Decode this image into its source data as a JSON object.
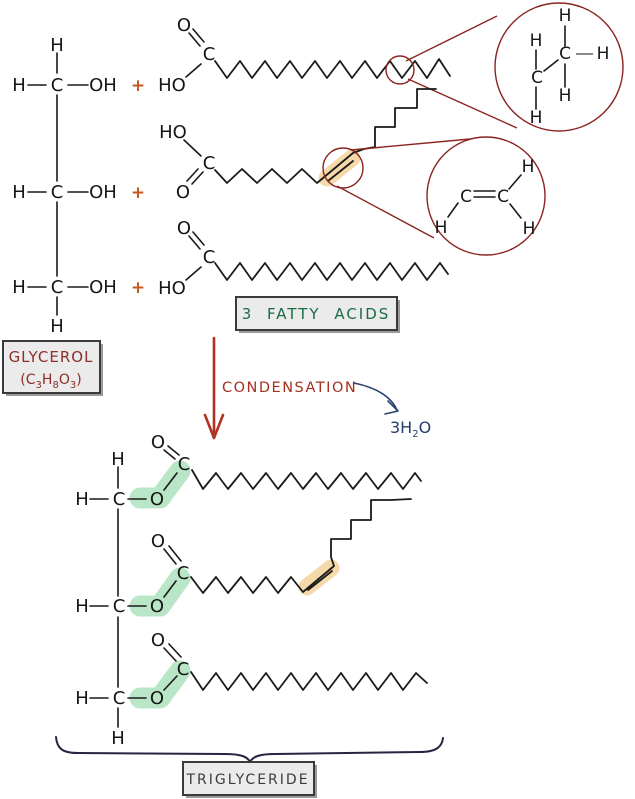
{
  "colors": {
    "structure": "#1a1a1a",
    "magnifier_red": "#8a2420",
    "highlight_green": "#b9e6c6",
    "highlight_orange": "#f6d9a9",
    "arrow_red": "#b13224",
    "condensation_text": "#a5301f",
    "water_blue": "#25406e",
    "fatty_acids_green": "#1a6b45",
    "glycerol_maroon": "#8b2f2b",
    "plus_orange": "#c65a1f",
    "box_fill": "#ebebeb",
    "brace_purple": "#2c2140",
    "triglyceride_text": "#3c3c3c"
  },
  "atoms": {
    "H": "H",
    "C": "C",
    "O": "O",
    "OH": "OH",
    "HO": "HO",
    "plus": "+"
  },
  "glycerol_box": {
    "title": "GLYCEROL",
    "formula": {
      "p1": "(C",
      "s1": "3",
      "p2": "H",
      "s2": "8",
      "p3": "O",
      "s3": "3",
      "p4": ")"
    }
  },
  "fatty_acids_box": {
    "label": "3 FATTY ACIDS"
  },
  "reaction": {
    "arrow_label": "CONDENSATION",
    "water": {
      "p1": "3H",
      "s1": "2",
      "p2": "O"
    }
  },
  "triglyceride_box": {
    "label": "TRIGLYCERIDE"
  }
}
